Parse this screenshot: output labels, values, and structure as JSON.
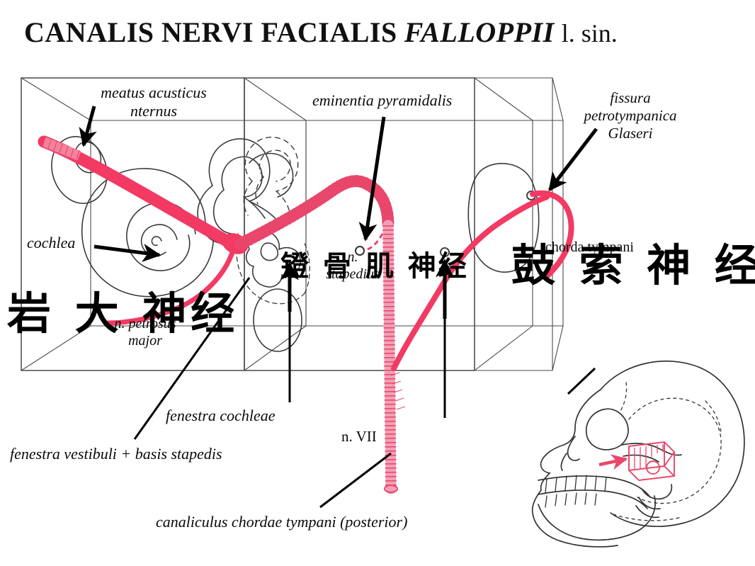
{
  "title": {
    "main": "CANALIS NERVI FACIALIS",
    "italic": "FALLOPPII",
    "side": "l. sin."
  },
  "colors": {
    "nerve_red": "#F23A63",
    "nerve_red_light": "#F2829E",
    "ink": "#3a3a3a",
    "text": "#0b0b0b",
    "skull_accent": "#E8476B"
  },
  "labels": {
    "meatus": {
      "line1": "meatus acusticus",
      "line2": "nternus"
    },
    "eminentia": "eminentia pyramidalis",
    "fissura": {
      "line1": "fissura",
      "line2": "petrotympanica",
      "line3": "Glaseri"
    },
    "cochlea": "cochlea",
    "petrosus_major": {
      "line1": "n. petrosus",
      "line2": "major"
    },
    "stapedius": {
      "line1": "n.",
      "line2": "stapedius"
    },
    "chorda_tympani": "chorda tympani",
    "fenestra_cochleae": "fenestra cochleae",
    "fenestra_vestibuli": "fenestra vestibuli + basis stapedis",
    "nervus_vii": "n. VII",
    "canaliculus": "canaliculus chordae tympani (posterior)"
  },
  "cjk_labels": {
    "petrosus_major": "岩 大 神经",
    "stapedius": "镫 骨 肌 神经",
    "chorda_tympani": "鼓 索 神 经"
  },
  "figure": {
    "inset_name": "lateral-skull-inset",
    "structures": [
      "internal-acoustic-meatus",
      "cochlea",
      "semicircular-canals",
      "vestibule",
      "facial-nerve-canal",
      "tympanic-cavity",
      "petrotympanic-fissure"
    ]
  }
}
